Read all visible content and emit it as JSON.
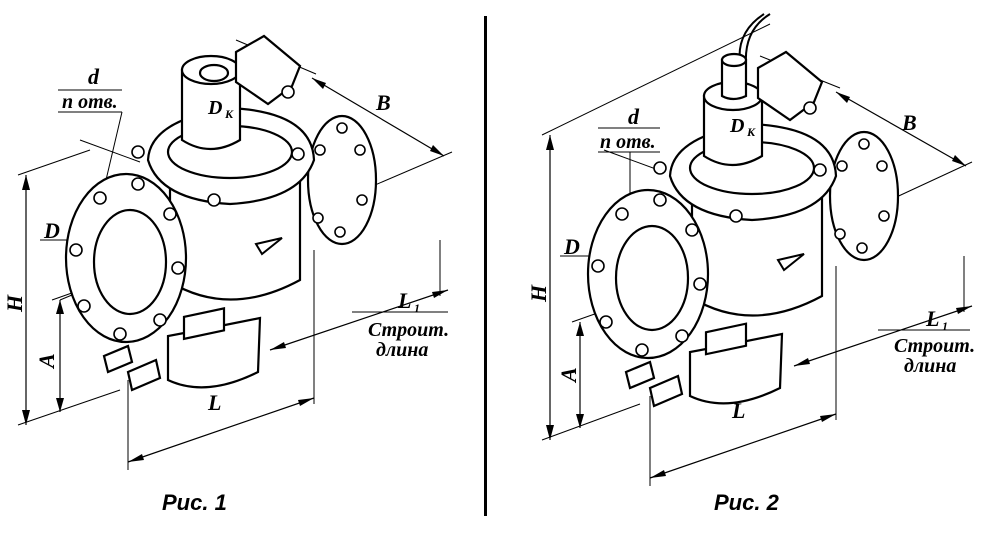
{
  "figures": [
    {
      "caption": "Рис. 1",
      "labels": {
        "d": "d",
        "n_otv": "n отв.",
        "dk": "D",
        "dk_sub": "К",
        "b": "B",
        "d_big": "D",
        "h": "H",
        "a": "A",
        "l": "L",
        "l1": "L",
        "l1_sub": "1",
        "stroit": "Строит.",
        "dlina": "длина"
      }
    },
    {
      "caption": "Рис. 2",
      "labels": {
        "d": "d",
        "n_otv": "n отв.",
        "dk": "D",
        "dk_sub": "К",
        "b": "B",
        "d_big": "D",
        "h": "H",
        "a": "A",
        "l": "L",
        "l1": "L",
        "l1_sub": "1",
        "stroit": "Строит.",
        "dlina": "длина"
      }
    }
  ]
}
